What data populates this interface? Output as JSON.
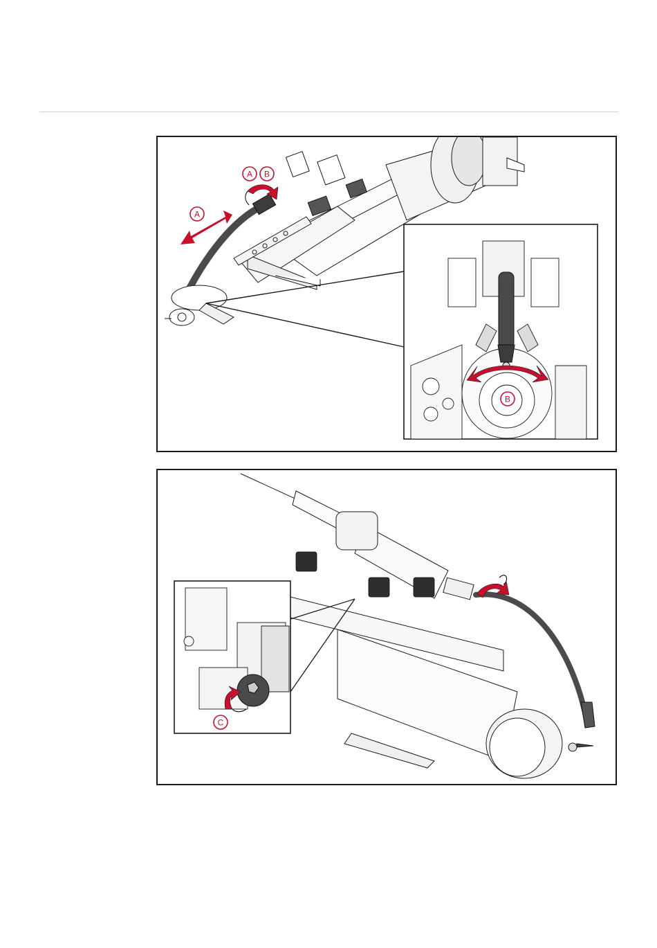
{
  "document": {
    "figures": [
      {
        "callouts": [
          {
            "letter": "A",
            "meaning": "slide"
          },
          {
            "letter": "A",
            "meaning": "turn-label"
          },
          {
            "letter": "B",
            "meaning": "turn-label"
          },
          {
            "letter": "B",
            "meaning": "rotate-detail"
          }
        ]
      },
      {
        "callouts": [
          {
            "letter": "C",
            "meaning": "screw-turn"
          }
        ]
      }
    ],
    "colors": {
      "accent": "#c8102e",
      "line": "#1a1a1a",
      "rule": "#cfcfcf",
      "part_dark": "#4a4a4a",
      "part_light": "#e6e6e6"
    }
  }
}
